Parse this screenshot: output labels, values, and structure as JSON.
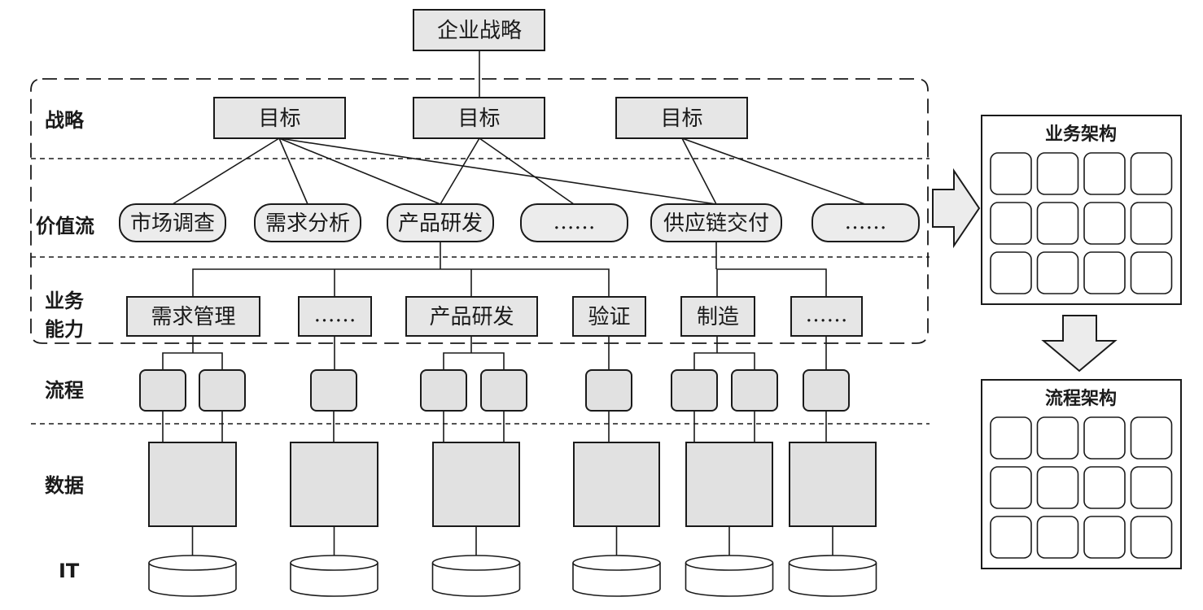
{
  "top": {
    "label": "企业战略"
  },
  "layers": {
    "strategy": "战略",
    "value_stream": "价值流",
    "capability_1": "业务",
    "capability_2": "能力",
    "process": "流程",
    "data": "数据",
    "it": "IT"
  },
  "goals": [
    "目标",
    "目标",
    "目标"
  ],
  "value_streams": [
    "市场调查",
    "需求分析",
    "产品研发",
    "……",
    "供应链交付",
    "……"
  ],
  "capabilities": [
    "需求管理",
    "……",
    "产品研发",
    "验证",
    "制造",
    "……"
  ],
  "right": {
    "business_arch": "业务架构",
    "process_arch": "流程架构"
  }
}
